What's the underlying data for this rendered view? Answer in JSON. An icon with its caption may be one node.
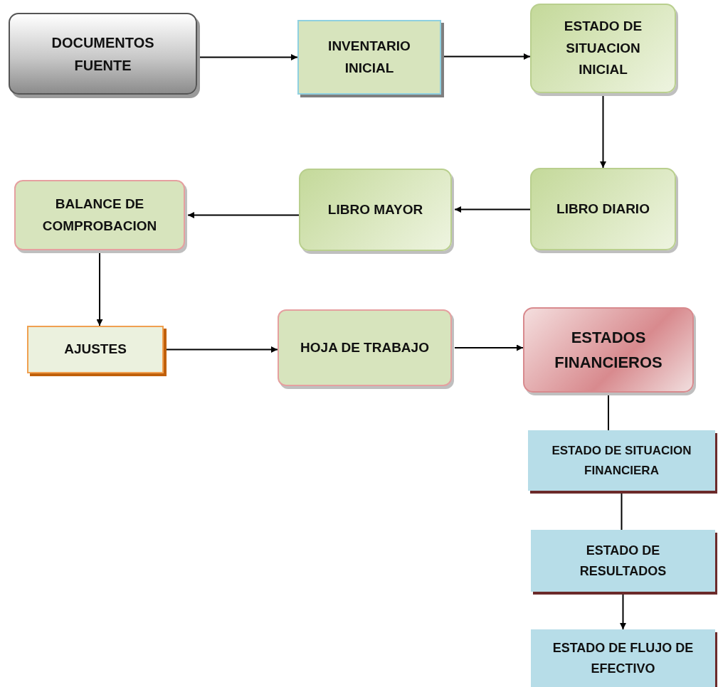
{
  "diagram": {
    "nodes": [
      {
        "text": [
          "DOCUMENTOS FUENTE"
        ]
      },
      {
        "text": [
          "INVENTARIO INICIAL"
        ]
      },
      {
        "text": [
          "ESTADO DE SITUACION INICIAL"
        ]
      },
      {
        "text": [
          "LIBRO DIARIO"
        ]
      },
      {
        "text": [
          "LIBRO MAYOR"
        ]
      },
      {
        "text": [
          "BALANCE DE COMPROBACION"
        ]
      },
      {
        "text": [
          "AJUSTES"
        ]
      },
      {
        "text": [
          "HOJA DE TRABAJO"
        ]
      },
      {
        "text": [
          "ESTADOS FINANCIEROS"
        ]
      },
      {
        "text": [
          "ESTADO DE SITUACION FINANCIERA"
        ]
      },
      {
        "text": [
          "ESTADO DE RESULTADOS"
        ]
      },
      {
        "text": [
          "ESTADO DE FLUJO DE EFECTIVO"
        ]
      }
    ],
    "edges": [
      {
        "from": 0,
        "to": 1,
        "arrow": "to"
      },
      {
        "from": 1,
        "to": 2,
        "arrow": "to"
      },
      {
        "from": 2,
        "to": 3,
        "arrow": "to"
      },
      {
        "from": 3,
        "to": 4,
        "arrow": "to"
      },
      {
        "from": 4,
        "to": 5,
        "arrow": "to"
      },
      {
        "from": 5,
        "to": 6,
        "arrow": "to"
      },
      {
        "from": 6,
        "to": 7,
        "arrow": "to"
      },
      {
        "from": 7,
        "to": 8,
        "arrow": "to"
      },
      {
        "from": 8,
        "to": 9,
        "arrow": "none"
      },
      {
        "from": 9,
        "to": 10,
        "arrow": "none"
      },
      {
        "from": 10,
        "to": 11,
        "arrow": "to"
      }
    ]
  }
}
